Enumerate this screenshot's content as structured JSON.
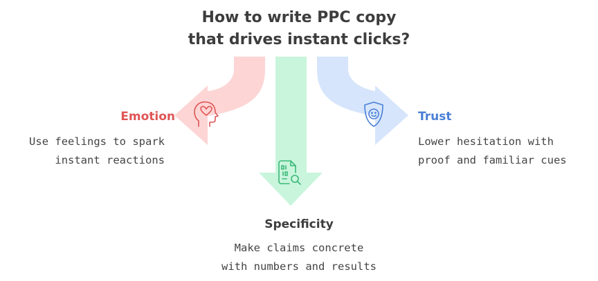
{
  "title": {
    "line1": "How to write PPC copy",
    "line2": "that drives instant clicks?"
  },
  "branches": {
    "emotion": {
      "label": "Emotion",
      "desc_line1": "Use feelings to spark",
      "desc_line2": "instant reactions",
      "icon": "head-heart-icon",
      "color": "#e05555",
      "fill": "#fdd5d5"
    },
    "trust": {
      "label": "Trust",
      "desc_line1": "Lower hesitation with",
      "desc_line2": "proof and familiar cues",
      "icon": "shield-face-icon",
      "color": "#4a7fd6",
      "fill": "#d6e5fb"
    },
    "specificity": {
      "label": "Specificity",
      "desc_line1": "Make claims concrete",
      "desc_line2": "with numbers and results",
      "icon": "data-search-icon",
      "color": "#3bb877",
      "fill": "#c9f5dc"
    }
  }
}
